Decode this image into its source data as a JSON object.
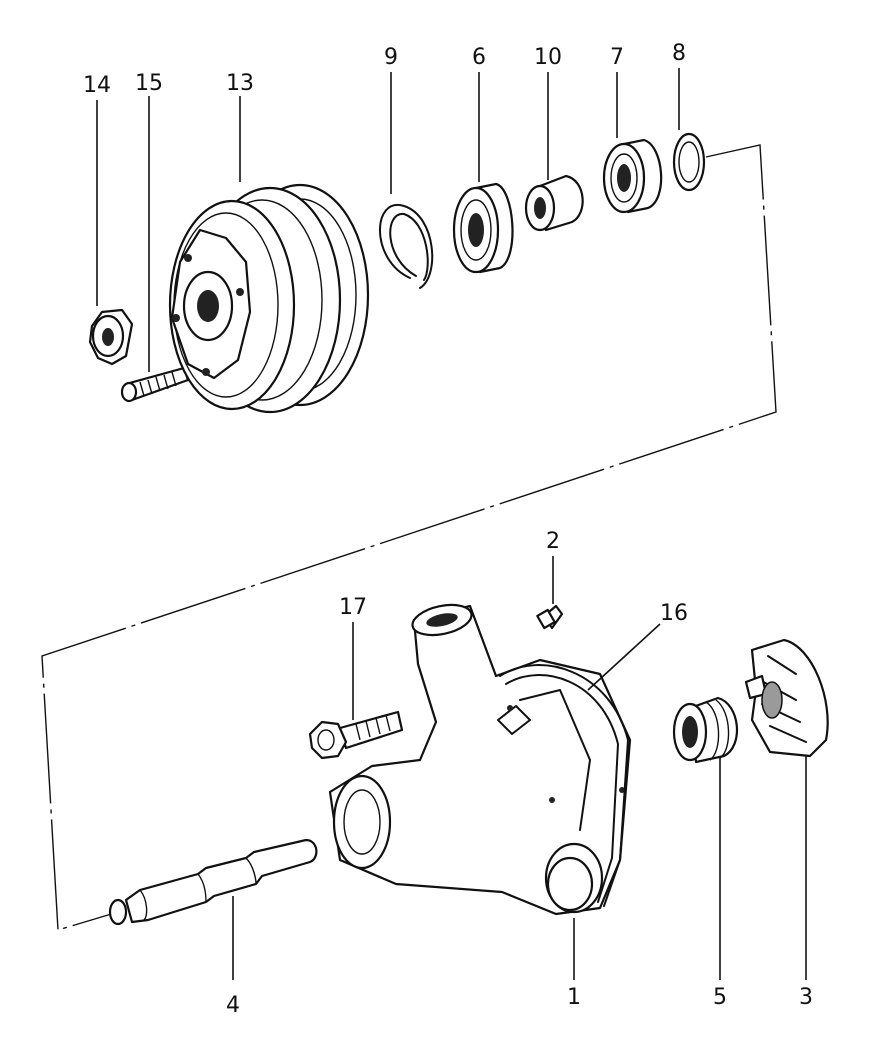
{
  "callouts": {
    "c1": "1",
    "c2": "2",
    "c3": "3",
    "c4": "4",
    "c5": "5",
    "c6": "6",
    "c7": "7",
    "c8": "8",
    "c9": "9",
    "c10": "10",
    "c13": "13",
    "c14": "14",
    "c15": "15",
    "c16": "16",
    "c17": "17"
  },
  "parts": {
    "c1": "pump-body",
    "c2": "plug-screw",
    "c3": "impeller",
    "c4": "pump-shaft",
    "c5": "mechanical-seal",
    "c6": "ball-bearing-front",
    "c7": "ball-bearing-rear",
    "c8": "shim-washer",
    "c9": "snap-ring",
    "c10": "bearing-spacer",
    "c13": "pulley-hub",
    "c14": "hex-nut",
    "c15": "stud-bolt",
    "c16": "gasket",
    "c17": "hex-bolt"
  }
}
